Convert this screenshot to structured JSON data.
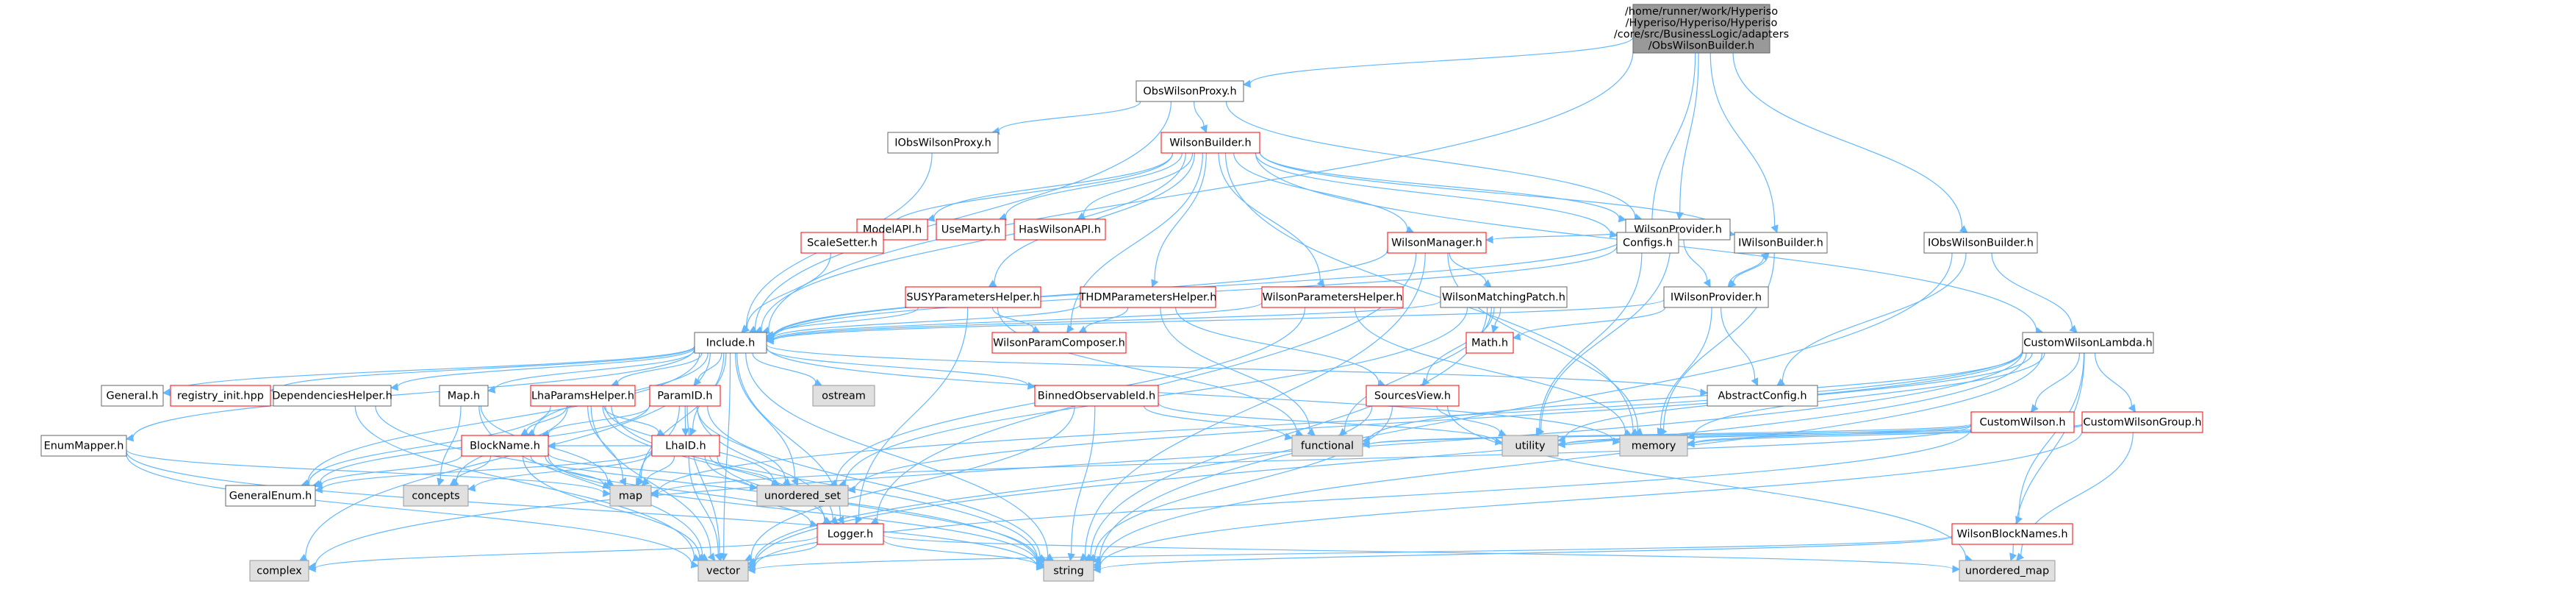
{
  "diagram": {
    "type": "include-dependency-graph",
    "colors": {
      "edge": "#63b8ff",
      "root_fill": "#999999",
      "root_border": "#666666",
      "node_fill": "#ffffff",
      "node_border": "#666666",
      "truncated_border": "#ff0000",
      "system_fill": "#e0e0e0",
      "system_border": "#999999"
    },
    "nodes": [
      {
        "id": "root",
        "style": "root",
        "lines": [
          "/home/runner/work/Hyperiso",
          "/Hyperiso/Hyperiso/Hyperiso",
          "/core/src/BusinessLogic/adapters",
          "/ObsWilsonBuilder.h"
        ]
      },
      {
        "id": "obswilsonproxy",
        "style": "normal",
        "lines": [
          "ObsWilsonProxy.h"
        ]
      },
      {
        "id": "iobswilsonproxy",
        "style": "normal",
        "lines": [
          "IObsWilsonProxy.h"
        ]
      },
      {
        "id": "wilsonbuilder",
        "style": "truncated",
        "lines": [
          "WilsonBuilder.h"
        ]
      },
      {
        "id": "modelapi",
        "style": "truncated",
        "lines": [
          "ModelAPI.h"
        ]
      },
      {
        "id": "usemarty",
        "style": "truncated",
        "lines": [
          "UseMarty.h"
        ]
      },
      {
        "id": "haswilsonapi",
        "style": "truncated",
        "lines": [
          "HasWilsonAPI.h"
        ]
      },
      {
        "id": "scalesetter",
        "style": "truncated",
        "lines": [
          "ScaleSetter.h"
        ]
      },
      {
        "id": "wilsonprovider",
        "style": "normal",
        "lines": [
          "WilsonProvider.h"
        ]
      },
      {
        "id": "wilsonmanager",
        "style": "truncated",
        "lines": [
          "WilsonManager.h"
        ]
      },
      {
        "id": "configs",
        "style": "normal",
        "lines": [
          "Configs.h"
        ]
      },
      {
        "id": "iwilsonbuilder",
        "style": "normal",
        "lines": [
          "IWilsonBuilder.h"
        ]
      },
      {
        "id": "iobswilsonbuilder",
        "style": "normal",
        "lines": [
          "IObsWilsonBuilder.h"
        ]
      },
      {
        "id": "susyparams",
        "style": "truncated",
        "lines": [
          "SUSYParametersHelper.h"
        ]
      },
      {
        "id": "thdmparams",
        "style": "truncated",
        "lines": [
          "THDMParametersHelper.h"
        ]
      },
      {
        "id": "wilsonparams",
        "style": "truncated",
        "lines": [
          "WilsonParametersHelper.h"
        ]
      },
      {
        "id": "wilsonmatching",
        "style": "normal",
        "lines": [
          "WilsonMatchingPatch.h"
        ]
      },
      {
        "id": "iwilsonprovider",
        "style": "normal",
        "lines": [
          "IWilsonProvider.h"
        ]
      },
      {
        "id": "customlambda",
        "style": "normal",
        "lines": [
          "CustomWilsonLambda.h"
        ]
      },
      {
        "id": "include",
        "style": "normal",
        "lines": [
          "Include.h"
        ]
      },
      {
        "id": "wilsonparamcomposer",
        "style": "truncated",
        "lines": [
          "WilsonParamComposer.h"
        ]
      },
      {
        "id": "math",
        "style": "truncated",
        "lines": [
          "Math.h"
        ]
      },
      {
        "id": "general",
        "style": "normal",
        "lines": [
          "General.h"
        ]
      },
      {
        "id": "registry",
        "style": "truncated",
        "lines": [
          "registry_init.hpp"
        ]
      },
      {
        "id": "dependencies",
        "style": "normal",
        "lines": [
          "DependenciesHelper.h"
        ]
      },
      {
        "id": "map_h",
        "style": "normal",
        "lines": [
          "Map.h"
        ]
      },
      {
        "id": "lhaparams",
        "style": "truncated",
        "lines": [
          "LhaParamsHelper.h"
        ]
      },
      {
        "id": "paramid",
        "style": "truncated",
        "lines": [
          "ParamID.h"
        ]
      },
      {
        "id": "ostream",
        "style": "system",
        "lines": [
          "ostream"
        ]
      },
      {
        "id": "binnedobs",
        "style": "truncated",
        "lines": [
          "BinnedObservableId.h"
        ]
      },
      {
        "id": "sourcesview",
        "style": "truncated",
        "lines": [
          "SourcesView.h"
        ]
      },
      {
        "id": "abstractconfig",
        "style": "normal",
        "lines": [
          "AbstractConfig.h"
        ]
      },
      {
        "id": "customwilson",
        "style": "truncated",
        "lines": [
          "CustomWilson.h"
        ]
      },
      {
        "id": "customgroup",
        "style": "truncated",
        "lines": [
          "CustomWilsonGroup.h"
        ]
      },
      {
        "id": "enummapper",
        "style": "normal",
        "lines": [
          "EnumMapper.h"
        ]
      },
      {
        "id": "blockname",
        "style": "truncated",
        "lines": [
          "BlockName.h"
        ]
      },
      {
        "id": "lhaid",
        "style": "truncated",
        "lines": [
          "LhaID.h"
        ]
      },
      {
        "id": "functional",
        "style": "system",
        "lines": [
          "functional"
        ]
      },
      {
        "id": "utility",
        "style": "system",
        "lines": [
          "utility"
        ]
      },
      {
        "id": "memory",
        "style": "system",
        "lines": [
          "memory"
        ]
      },
      {
        "id": "generalenum",
        "style": "normal",
        "lines": [
          "GeneralEnum.h"
        ]
      },
      {
        "id": "concepts",
        "style": "system",
        "lines": [
          "concepts"
        ]
      },
      {
        "id": "map",
        "style": "system",
        "lines": [
          "map"
        ]
      },
      {
        "id": "unordered_set",
        "style": "system",
        "lines": [
          "unordered_set"
        ]
      },
      {
        "id": "logger",
        "style": "truncated",
        "lines": [
          "Logger.h"
        ]
      },
      {
        "id": "wilsonblocknames",
        "style": "truncated",
        "lines": [
          "WilsonBlockNames.h"
        ]
      },
      {
        "id": "complex",
        "style": "system",
        "lines": [
          "complex"
        ]
      },
      {
        "id": "vector",
        "style": "system",
        "lines": [
          "vector"
        ]
      },
      {
        "id": "string",
        "style": "system",
        "lines": [
          "string"
        ]
      },
      {
        "id": "unordered_map",
        "style": "system",
        "lines": [
          "unordered_map"
        ]
      }
    ],
    "edges": [
      [
        "root",
        "obswilsonproxy"
      ],
      [
        "root",
        "include"
      ],
      [
        "root",
        "wilsonprovider"
      ],
      [
        "root",
        "configs"
      ],
      [
        "root",
        "iwilsonbuilder"
      ],
      [
        "root",
        "iobswilsonbuilder"
      ],
      [
        "obswilsonproxy",
        "iobswilsonproxy"
      ],
      [
        "obswilsonproxy",
        "wilsonbuilder"
      ],
      [
        "obswilsonproxy",
        "include"
      ],
      [
        "obswilsonproxy",
        "wilsonprovider"
      ],
      [
        "iobswilsonproxy",
        "include"
      ],
      [
        "wilsonbuilder",
        "modelapi"
      ],
      [
        "wilsonbuilder",
        "usemarty"
      ],
      [
        "wilsonbuilder",
        "haswilsonapi"
      ],
      [
        "wilsonbuilder",
        "scalesetter"
      ],
      [
        "wilsonbuilder",
        "wilsonprovider"
      ],
      [
        "wilsonbuilder",
        "wilsonmanager"
      ],
      [
        "wilsonbuilder",
        "configs"
      ],
      [
        "wilsonbuilder",
        "iwilsonbuilder"
      ],
      [
        "wilsonbuilder",
        "susyparams"
      ],
      [
        "wilsonbuilder",
        "thdmparams"
      ],
      [
        "wilsonbuilder",
        "wilsonparams"
      ],
      [
        "wilsonbuilder",
        "include"
      ],
      [
        "wilsonbuilder",
        "wilsonparamcomposer"
      ],
      [
        "wilsonbuilder",
        "customlambda"
      ],
      [
        "wilsonbuilder",
        "memory"
      ],
      [
        "scalesetter",
        "include"
      ],
      [
        "wilsonprovider",
        "wilsonmanager"
      ],
      [
        "wilsonprovider",
        "configs"
      ],
      [
        "wilsonprovider",
        "iwilsonprovider"
      ],
      [
        "wilsonprovider",
        "include"
      ],
      [
        "wilsonprovider",
        "utility"
      ],
      [
        "wilsonmanager",
        "wilsonmatching"
      ],
      [
        "wilsonmanager",
        "logger"
      ],
      [
        "wilsonmanager",
        "memory"
      ],
      [
        "wilsonmanager",
        "string"
      ],
      [
        "wilsonmanager",
        "include"
      ],
      [
        "configs",
        "include"
      ],
      [
        "configs",
        "utility"
      ],
      [
        "iwilsonbuilder",
        "iwilsonprovider"
      ],
      [
        "iwilsonbuilder",
        "memory"
      ],
      [
        "iobswilsonbuilder",
        "customlambda"
      ],
      [
        "iobswilsonbuilder",
        "abstractconfig"
      ],
      [
        "iobswilsonbuilder",
        "string"
      ],
      [
        "susyparams",
        "wilsonparamcomposer"
      ],
      [
        "susyparams",
        "include"
      ],
      [
        "susyparams",
        "logger"
      ],
      [
        "susyparams",
        "functional"
      ],
      [
        "thdmparams",
        "wilsonparamcomposer"
      ],
      [
        "thdmparams",
        "include"
      ],
      [
        "thdmparams",
        "functional"
      ],
      [
        "thdmparams",
        "sourcesview"
      ],
      [
        "wilsonparams",
        "include"
      ],
      [
        "wilsonparams",
        "unordered_set"
      ],
      [
        "wilsonparams",
        "memory"
      ],
      [
        "wilsonmatching",
        "math"
      ],
      [
        "wilsonmatching",
        "sourcesview"
      ],
      [
        "wilsonmatching",
        "functional"
      ],
      [
        "wilsonmatching",
        "string"
      ],
      [
        "wilsonmatching",
        "unordered_set"
      ],
      [
        "wilsonmatching",
        "include"
      ],
      [
        "iwilsonprovider",
        "iwilsonbuilder"
      ],
      [
        "iwilsonprovider",
        "abstractconfig"
      ],
      [
        "iwilsonprovider",
        "math"
      ],
      [
        "iwilsonprovider",
        "include"
      ],
      [
        "iwilsonprovider",
        "memory"
      ],
      [
        "customlambda",
        "customwilson"
      ],
      [
        "customlambda",
        "customgroup"
      ],
      [
        "customlambda",
        "wilsonblocknames"
      ],
      [
        "customlambda",
        "functional"
      ],
      [
        "customlambda",
        "memory"
      ],
      [
        "customlambda",
        "utility"
      ],
      [
        "customlambda",
        "map"
      ],
      [
        "customlambda",
        "string"
      ],
      [
        "customlambda",
        "unordered_map"
      ],
      [
        "customlambda",
        "vector"
      ],
      [
        "customlambda",
        "complex"
      ],
      [
        "customlambda",
        "unordered_set"
      ],
      [
        "include",
        "general"
      ],
      [
        "include",
        "registry"
      ],
      [
        "include",
        "dependencies"
      ],
      [
        "include",
        "map_h"
      ],
      [
        "include",
        "lhaparams"
      ],
      [
        "include",
        "paramid"
      ],
      [
        "include",
        "ostream"
      ],
      [
        "include",
        "binnedobs"
      ],
      [
        "include",
        "abstractconfig"
      ],
      [
        "include",
        "enummapper"
      ],
      [
        "include",
        "blockname"
      ],
      [
        "include",
        "lhaid"
      ],
      [
        "include",
        "logger"
      ],
      [
        "include",
        "generalenum"
      ],
      [
        "include",
        "map"
      ],
      [
        "include",
        "string"
      ],
      [
        "include",
        "vector"
      ],
      [
        "include",
        "complex"
      ],
      [
        "include",
        "memory"
      ],
      [
        "include",
        "unordered_set"
      ],
      [
        "dependencies",
        "vector"
      ],
      [
        "dependencies",
        "string"
      ],
      [
        "map_h",
        "map"
      ],
      [
        "map_h",
        "vector"
      ],
      [
        "map_h",
        "concepts"
      ],
      [
        "lhaparams",
        "blockname"
      ],
      [
        "lhaparams",
        "lhaid"
      ],
      [
        "lhaparams",
        "logger"
      ],
      [
        "lhaparams",
        "generalenum"
      ],
      [
        "lhaparams",
        "map"
      ],
      [
        "lhaparams",
        "string"
      ],
      [
        "lhaparams",
        "vector"
      ],
      [
        "lhaparams",
        "concepts"
      ],
      [
        "lhaparams",
        "unordered_set"
      ],
      [
        "paramid",
        "blockname"
      ],
      [
        "paramid",
        "lhaid"
      ],
      [
        "paramid",
        "logger"
      ],
      [
        "paramid",
        "generalenum"
      ],
      [
        "paramid",
        "map"
      ],
      [
        "paramid",
        "string"
      ],
      [
        "paramid",
        "vector"
      ],
      [
        "paramid",
        "unordered_set"
      ],
      [
        "binnedobs",
        "functional"
      ],
      [
        "binnedobs",
        "utility"
      ],
      [
        "binnedobs",
        "string"
      ],
      [
        "binnedobs",
        "vector"
      ],
      [
        "sourcesview",
        "string"
      ],
      [
        "sourcesview",
        "unordered_map"
      ],
      [
        "sourcesview",
        "utility"
      ],
      [
        "sourcesview",
        "vector"
      ],
      [
        "customwilson",
        "functional"
      ],
      [
        "customwilson",
        "memory"
      ],
      [
        "customwilson",
        "utility"
      ],
      [
        "customwilson",
        "map"
      ],
      [
        "customwilson",
        "vector"
      ],
      [
        "customgroup",
        "functional"
      ],
      [
        "customgroup",
        "memory"
      ],
      [
        "customgroup",
        "utility"
      ],
      [
        "customgroup",
        "string"
      ],
      [
        "customgroup",
        "unordered_map"
      ],
      [
        "wilsonblocknames",
        "string"
      ],
      [
        "wilsonblocknames",
        "vector"
      ],
      [
        "enummapper",
        "string"
      ],
      [
        "enummapper",
        "vector"
      ],
      [
        "enummapper",
        "map"
      ],
      [
        "blockname",
        "generalenum"
      ],
      [
        "blockname",
        "logger"
      ],
      [
        "blockname",
        "concepts"
      ],
      [
        "blockname",
        "map"
      ],
      [
        "blockname",
        "string"
      ],
      [
        "blockname",
        "vector"
      ],
      [
        "blockname",
        "unordered_set"
      ],
      [
        "lhaid",
        "blockname"
      ],
      [
        "lhaid",
        "generalenum"
      ],
      [
        "lhaid",
        "logger"
      ],
      [
        "lhaid",
        "concepts"
      ],
      [
        "lhaid",
        "map"
      ],
      [
        "lhaid",
        "string"
      ],
      [
        "lhaid",
        "vector"
      ],
      [
        "lhaid",
        "unordered_set"
      ],
      [
        "logger",
        "string"
      ],
      [
        "logger",
        "vector"
      ],
      [
        "logger",
        "complex"
      ],
      [
        "logger",
        "unordered_map"
      ]
    ]
  }
}
